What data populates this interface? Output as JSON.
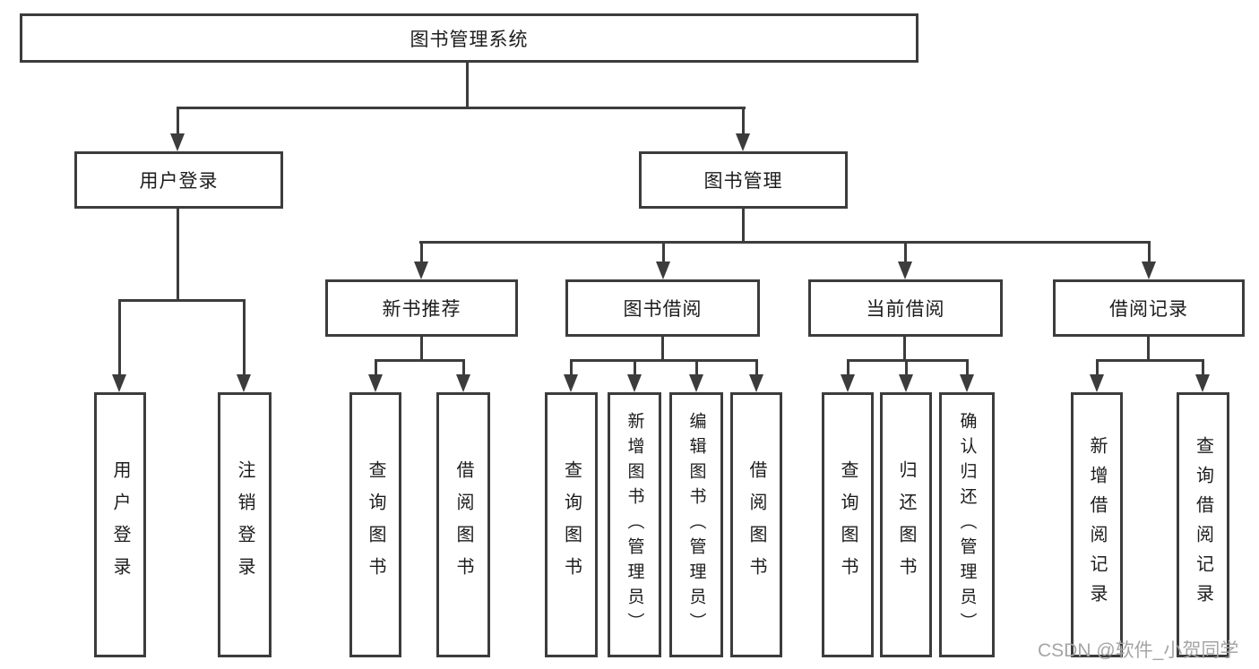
{
  "diagram": {
    "title_node": "图书管理系统",
    "level2": [
      {
        "label": "用户登录"
      },
      {
        "label": "图书管理"
      }
    ],
    "level3": [
      {
        "label": "新书推荐"
      },
      {
        "label": "图书借阅"
      },
      {
        "label": "当前借阅"
      },
      {
        "label": "借阅记录"
      }
    ],
    "leaves": {
      "user_login": [
        "用户登录",
        "注销登录"
      ],
      "new_books": [
        "查询图书",
        "借阅图书"
      ],
      "book_borrow": [
        "查询图书",
        "新增图书（管理员）",
        "编辑图书（管理员）",
        "借阅图书"
      ],
      "current_borrow": [
        "查询图书",
        "归还图书",
        "确认归还（管理员）"
      ],
      "borrow_records": [
        "新增借阅记录",
        "查询借阅记录"
      ]
    },
    "watermark": "CSDN @软件_小贺同学",
    "colors": {
      "line": "#3c3c3c",
      "text": "#1c1c1c",
      "watermark": "#a5a5a5",
      "background": "#ffffff"
    }
  }
}
